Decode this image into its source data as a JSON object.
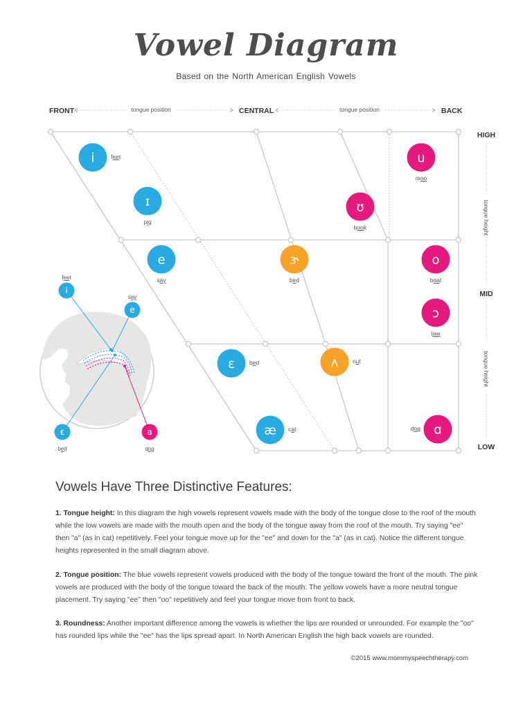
{
  "header": {
    "title": "Vowel Diagram",
    "subtitle": "Based on the North American  English Vowels"
  },
  "position_axis": {
    "front": "FRONT",
    "central": "CENTRAL",
    "back": "BACK",
    "connector": "tongue position"
  },
  "height_axis": {
    "high": "HIGH",
    "mid": "MID",
    "low": "LOW",
    "connector": "tongue height"
  },
  "colors": {
    "front": "#29abe2",
    "central": "#f7a32a",
    "back": "#e5197e",
    "grid": "#c8c8c8",
    "head": "#e6e6e6"
  },
  "vowels": [
    {
      "symbol": "i",
      "word": "feet",
      "pre": "f",
      "ul": "ee",
      "post": "t",
      "group": "front"
    },
    {
      "symbol": "ɪ",
      "word": "pig",
      "pre": "p",
      "ul": "i",
      "post": "g",
      "group": "front"
    },
    {
      "symbol": "e",
      "word": "say",
      "pre": "s",
      "ul": "ay",
      "post": "",
      "group": "front"
    },
    {
      "symbol": "ɛ",
      "word": "bed",
      "pre": "b",
      "ul": "e",
      "post": "d",
      "group": "front"
    },
    {
      "symbol": "æ",
      "word": "cat",
      "pre": "c",
      "ul": "a",
      "post": "t",
      "group": "front"
    },
    {
      "symbol": "ɝ",
      "word": "bird",
      "pre": "b",
      "ul": "ir",
      "post": "d",
      "group": "central"
    },
    {
      "symbol": "ʌ",
      "word": "nut",
      "pre": "n",
      "ul": "u",
      "post": "t",
      "group": "central"
    },
    {
      "symbol": "u",
      "word": "moo",
      "pre": "m",
      "ul": "oo",
      "post": "",
      "group": "back"
    },
    {
      "symbol": "ʊ",
      "word": "book",
      "pre": "b",
      "ul": "oo",
      "post": "k",
      "group": "back"
    },
    {
      "symbol": "o",
      "word": "boat",
      "pre": "b",
      "ul": "oa",
      "post": "t",
      "group": "back"
    },
    {
      "symbol": "ɔ",
      "word": "law",
      "pre": "l",
      "ul": "aw",
      "post": "",
      "group": "back"
    },
    {
      "symbol": "ɑ",
      "word": "dog",
      "pre": "d",
      "ul": "o",
      "post": "g",
      "group": "back"
    }
  ],
  "mouth_diagram": [
    {
      "symbol": "i",
      "word": "feet",
      "pre": "f",
      "ul": "ee",
      "post": "t",
      "group": "front"
    },
    {
      "symbol": "e",
      "word": "say",
      "pre": "s",
      "ul": "ay",
      "post": "",
      "group": "front"
    },
    {
      "symbol": "ɛ",
      "word": "bed",
      "pre": "b",
      "ul": "e",
      "post": "d",
      "group": "front"
    },
    {
      "symbol": "a",
      "word": "dog",
      "pre": "d",
      "ul": "o",
      "post": "g",
      "group": "back"
    }
  ],
  "features": {
    "heading": "Vowels Have Three Distinctive Features:",
    "items": [
      {
        "label": "1. Tongue height:",
        "text": " In this diagram the high vowels represent vowels made with the body of the tongue close to the roof of the mouth while the low vowels are made with the mouth open and the body of the tongue away from the roof of the mouth. Try saying \"ee\" then \"a\" (as in cat) repetitively. Feel your tongue move up for the \"ee\" and down for the \"a\" (as in cat).  Notice the different tongue heights represented in the small diagram above."
      },
      {
        "label": "2. Tongue position:",
        "text": " The blue vowels represent vowels produced with the body of the tongue toward the front of the mouth. The pink vowels are produced with the body of the tongue toward the back of the mouth. The yellow vowels have a more neutral tongue placement. Try saying \"ee\" then \"oo\" repetitively and feel your tongue move from front to back."
      },
      {
        "label": "3. Roundness:",
        "text": " Another important difference among the vowels is whether the lips are rounded or unrounded. For example the \"oo\" has rounded lips while the \"ee\" has the lips spread apart. In North American English the high back vowels are rounded."
      }
    ]
  },
  "footer": {
    "copyright": "©2015 www.mommyspeechtherapy.com"
  }
}
